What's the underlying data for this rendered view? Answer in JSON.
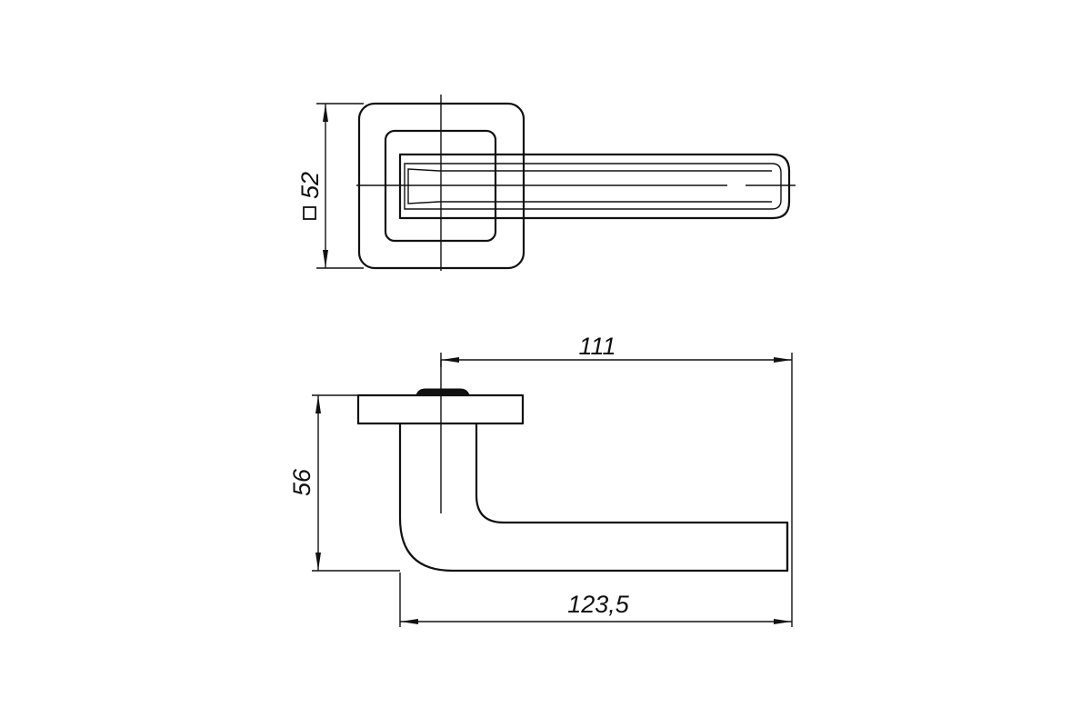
{
  "dimensions": {
    "rose_square_size": "52",
    "handle_projection": "56",
    "axis_to_end_length": "111",
    "overall_length": "123,5"
  },
  "symbols": {
    "square_symbol": "square-icon"
  },
  "colors": {
    "line": "#111111",
    "background": "#ffffff"
  }
}
